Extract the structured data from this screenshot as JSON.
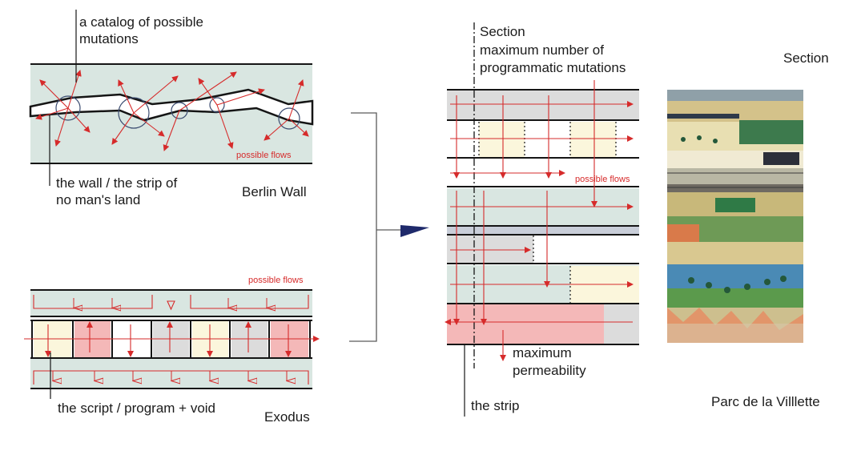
{
  "colors": {
    "band_green": "#d9e6e1",
    "band_gray": "#dcdcdc",
    "cell_yellow": "#fbf6dc",
    "cell_pink": "#f4b8b8",
    "flow_red": "#d62b2b",
    "line": "#151515",
    "arrow_navy": "#1f2a6b"
  },
  "berlin": {
    "top_label_1": "a catalog of possible",
    "top_label_2": "mutations",
    "flows": "possible flows",
    "wall_label_1": "the wall / the strip of",
    "wall_label_2": "no man's land",
    "title": "Berlin Wall"
  },
  "exodus": {
    "flows": "possible flows",
    "script_label": "the script / program + void",
    "title": "Exodus"
  },
  "section": {
    "label_1": "Section",
    "label_2": "maximum number of",
    "label_3": "programmatic mutations",
    "flows": "possible flows",
    "perm_1": "maximum",
    "perm_2": "permeability",
    "strip": "the strip"
  },
  "villette": {
    "section": "Section",
    "title": "Parc de la Villlette"
  }
}
